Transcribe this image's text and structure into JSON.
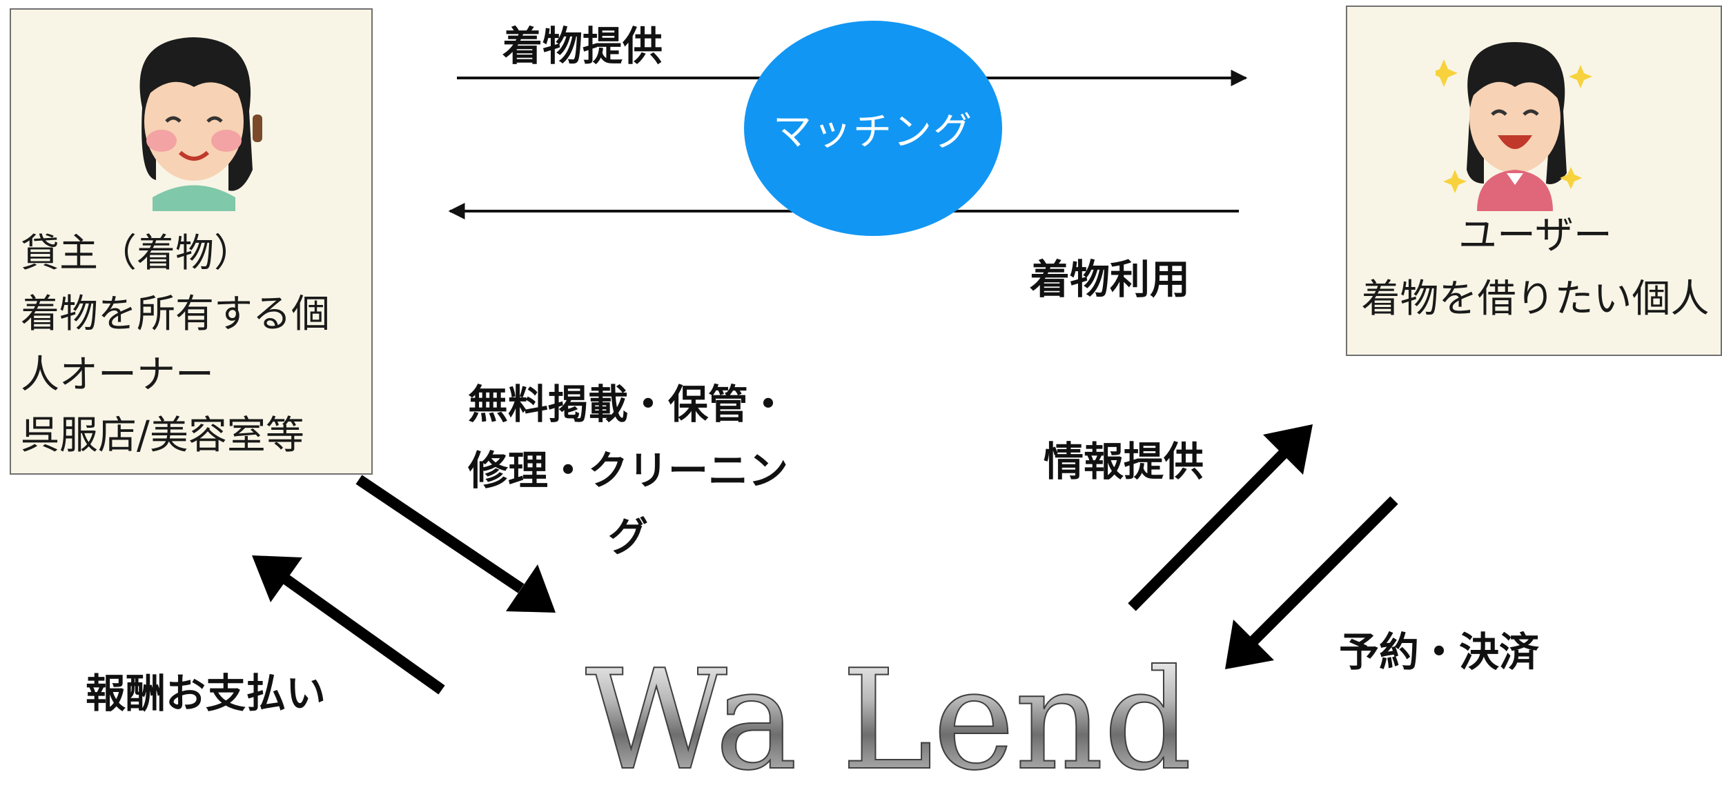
{
  "owner": {
    "lines": [
      "貸主（着物）",
      "着物を所有する個",
      "人オーナー",
      "呉服店/美容室等"
    ]
  },
  "user": {
    "lines": [
      "ユーザー",
      "着物を借りたい個人"
    ]
  },
  "matching": {
    "label": "マッチング"
  },
  "flows": {
    "kimono_provide": "着物提供",
    "kimono_use": "着物利用",
    "free_services": "無料掲載・保管・修理・クリーニング",
    "reward_payment": "報酬お支払い",
    "info_provide": "情報提供",
    "reserve_pay": "予約・決済"
  },
  "brand": {
    "name": "Wa Lend"
  },
  "colors": {
    "matching_bubble": "#1296f3",
    "box_fill": "#f8f5e6"
  }
}
